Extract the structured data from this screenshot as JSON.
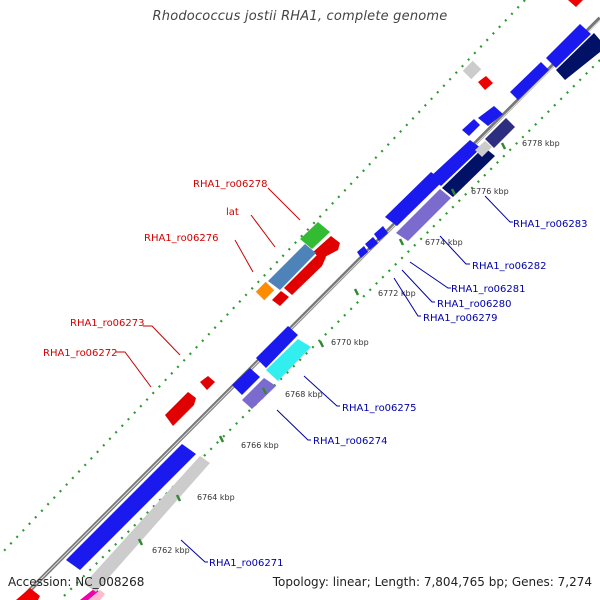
{
  "title": "Rhodococcus jostii RHA1, complete genome",
  "accession_label": "Accession:",
  "accession": "NC_008268",
  "topology_label": "Topology:",
  "topology": "linear;",
  "length_label": "Length:",
  "length": "7,804,765 bp;",
  "genes_label": "Genes:",
  "genes": "7,274",
  "colors": {
    "forward_label": "#d40000",
    "reverse_label": "#0000aa",
    "backbone": "#999999",
    "tick": "#338833"
  },
  "ticks": [
    "6762 kbp",
    "6764 kbp",
    "6766 kbp",
    "6768 kbp",
    "6770 kbp",
    "6772 kbp",
    "6774 kbp",
    "6776 kbp",
    "6778 kbp"
  ],
  "labels_forward": [
    "RHA1_ro06278",
    "lat",
    "RHA1_ro06276",
    "RHA1_ro06273",
    "RHA1_ro06272"
  ],
  "labels_reverse": [
    "RHA1_ro06283",
    "RHA1_ro06282",
    "RHA1_ro06281",
    "RHA1_ro06280",
    "RHA1_ro06279",
    "RHA1_ro06275",
    "RHA1_ro06274",
    "RHA1_ro06271"
  ]
}
